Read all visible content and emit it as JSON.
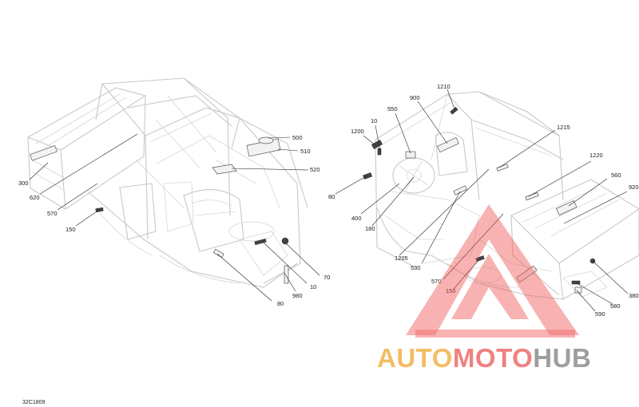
{
  "diagram_code": "32C1809",
  "left_callouts": [
    "300",
    "620",
    "570",
    "150",
    "500",
    "510",
    "520",
    "70",
    "10",
    "980",
    "80"
  ],
  "right_callouts": [
    "10",
    "1200",
    "550",
    "900",
    "1210",
    "1215",
    "80",
    "400",
    "180",
    "1205",
    "530",
    "570",
    "150",
    "1220",
    "560",
    "920",
    "380",
    "580",
    "590"
  ],
  "watermark": {
    "part1": "AUTO",
    "part2": "MOTO",
    "part3": "HUB",
    "colors": {
      "orange": "#f2b24a",
      "red": "#ee6a6a",
      "gray": "#8e8e8e",
      "triangle": "#ee5a5a"
    }
  }
}
